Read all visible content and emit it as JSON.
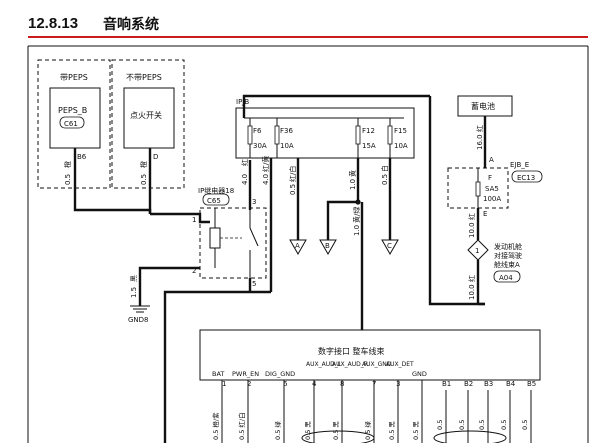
{
  "header": {
    "section_number": "12.8.13",
    "title": "音响系统"
  },
  "peps_group": {
    "with_peps_label": "带PEPS",
    "without_peps_label": "不带PEPS",
    "peps_b_label": "PEPS_B",
    "peps_b_connector": "C61",
    "peps_b_pin": "B6",
    "ignition_label": "点火开关",
    "ignition_pin": "D",
    "wire_left_color": "橙",
    "wire_left_gauge": "0.5",
    "wire_right_color": "橙",
    "wire_right_gauge": "0.5"
  },
  "ip_relay": {
    "label": "IP继电器18",
    "connector": "C65",
    "pin_1": "1",
    "pin_2": "2",
    "pin_3": "3",
    "pin_5": "5"
  },
  "ground": {
    "label": "GND8",
    "wire_color": "黑",
    "wire_gauge": "1.5"
  },
  "ipjb": {
    "label": "IPJB",
    "fuses": [
      {
        "id": "F6",
        "rating": "30A"
      },
      {
        "id": "F36",
        "rating": "10A"
      },
      {
        "id": "F12",
        "rating": "15A"
      },
      {
        "id": "F15",
        "rating": "10A"
      }
    ],
    "wire_f6_gauge": "4.0",
    "wire_f6_color": "红",
    "wire_f36_gauge": "4.0",
    "wire_f36_color": "红/黄",
    "wire_f36b_gauge": "0.5",
    "wire_f36b_color": "红/白",
    "wire_f12_gauge": "1.0",
    "wire_f12_color": "黄",
    "wire_f15_gauge": "0.5",
    "wire_f15_color": "白",
    "wire_f12b_gauge": "1.0",
    "wire_f12b_color": "黄/绿"
  },
  "connectors": [
    "A",
    "B",
    "C"
  ],
  "battery": {
    "label": "蓄电池",
    "wire_gauge": "16.0",
    "wire_color": "红"
  },
  "ejb": {
    "label": "EJB_E",
    "connector": "EC13",
    "fuse_id": "SA5",
    "fuse_rating": "100A",
    "pin_a": "A",
    "pin_e": "E",
    "pin_f": "F",
    "wire_out_gauge": "10.0",
    "wire_out_color": "红",
    "wire_lower_gauge": "10.0",
    "wire_lower_color": "红"
  },
  "harness_note": {
    "number": "1",
    "line1": "发动机舱",
    "line2": "对接驾驶",
    "line3": "舱线束A",
    "connector": "A04"
  },
  "main_unit": {
    "title": "数字接口 整车线束",
    "pins": [
      {
        "name": "BAT",
        "number": "1",
        "wire": "0.5 橙/紫"
      },
      {
        "name": "PWR_EN",
        "number": "2",
        "wire": "0.5 红/白"
      },
      {
        "name": "DIG_GND",
        "number": "6",
        "wire": "0.5 绿"
      },
      {
        "name": "AUX_AUD_L",
        "number": "4",
        "wire": "0.5 黑"
      },
      {
        "name": "AUX_AUD_R",
        "number": "8",
        "wire": "0.5 黑"
      },
      {
        "name": "AUX_GND",
        "number": "7",
        "wire": "0.5 绿"
      },
      {
        "name": "AUX_DET",
        "number": "3",
        "wire": "0.5 黑"
      },
      {
        "name": "GND",
        "number": "",
        "wire": "0.5 黑"
      },
      {
        "name": "",
        "number": "B1",
        "wire": "0.5"
      },
      {
        "name": "",
        "number": "B2",
        "wire": "0.5"
      },
      {
        "name": "",
        "number": "B3",
        "wire": "0.5"
      },
      {
        "name": "",
        "number": "B4",
        "wire": "0.5"
      },
      {
        "name": "",
        "number": "B5",
        "wire": "0.5"
      }
    ]
  }
}
